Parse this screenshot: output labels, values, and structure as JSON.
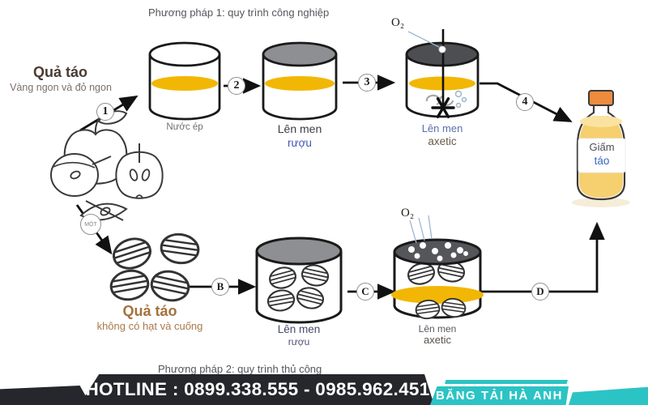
{
  "method1": {
    "title": "Phương pháp 1: quy trình công nghiệp",
    "source_title": "Quả táo",
    "source_subtitle": "Vàng ngon và đỏ ngon",
    "step1": "1",
    "step2": "2",
    "step3": "3",
    "step4": "4",
    "juice_label": "Nước ép",
    "ferment_alcohol_label": "Lên men",
    "ferment_alcohol_sub": "rượu",
    "ferment_acetic_label": "Lên men",
    "ferment_acetic_sub": "axetic",
    "o2_label": "O₂",
    "product_line1": "Giấm",
    "product_line2": "táo"
  },
  "method2": {
    "title": "Phương pháp 2: quy trình thủ công",
    "source_title": "Quả táo",
    "source_subtitle": "không có hạt và cuống",
    "stepA": "MỘT",
    "stepB": "B",
    "stepC": "C",
    "stepD": "D",
    "ferment_alcohol_label": "Lên men",
    "ferment_alcohol_sub": "rượu",
    "ferment_acetic_label": "Lên men",
    "ferment_acetic_sub": "axetic",
    "o2_label": "O₂"
  },
  "footer": {
    "hotline": "HOTLINE : 0899.338.555 - 0985.962.451",
    "brand": "BĂNG TẢI HÀ ANH"
  },
  "colors": {
    "liquid_yellow": "#F2B705",
    "teal": "#2CC3C5",
    "bar_dark": "#26262D",
    "cap_orange": "#ED8B3E"
  }
}
